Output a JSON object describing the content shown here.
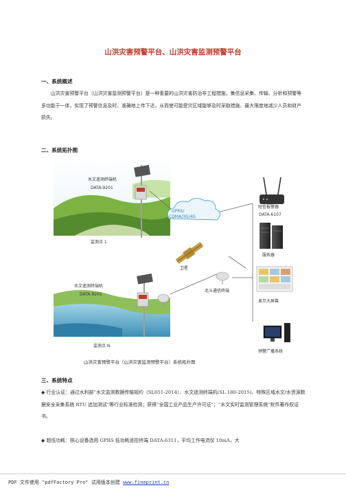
{
  "doc": {
    "title": "山洪灾害预警平台、山洪灾害监测预警平台",
    "sec1_heading": "一、系统概述",
    "sec1_para": "山洪灾害预警平台（山洪灾害监测预警平台）是一种重要的山洪灾害防治非工程措施，集信息采集、传输、分析和预警等多功能于一体，实现了预警信息及时、准确地上传下达，从而使可能受灾区域能够及时采取措施、最大限度地减少人员和财产损失。",
    "sec2_heading": "二、系统拓扑图",
    "sec3_heading": "三、系统特点",
    "bullet1": "行业认证：通过水利部“水文监测数据传输规约（SL651-2014）、水文遥测终端机(SL 180-2015)、特殊区域水文/水资源数据安全采集系统 RTU 追加测试”等行业标准检测；获得“全国工业产品生产许可证”；“水文实时监测管理系统”软件著作权证书。",
    "bullet2": "超低功耗：核心设备选用 GPRS 低功耗遥控终端 DATA-6311，平均工作电流仅 10mA，大",
    "bullet_mark": "◆"
  },
  "diagram": {
    "terminal1_name": "水文遥测终端机",
    "terminal1_model": "DATA-9201",
    "site1": "监测点 1",
    "terminal2_name": "水文遥测终端机",
    "terminal2_model": "DATA-9201",
    "siteN": "监测点 N",
    "cloud_line1": "GPRS/",
    "cloud_line2": "CDMA/3G/4G",
    "satellite": "卫星",
    "beidou": "北斗通信终端",
    "sms_alarm": "短信报警器",
    "sms_model": "DATA-6107",
    "server": "服务器",
    "display": "显示大屏幕",
    "broadcast": "预警广播系统",
    "caption": "山洪灾害预警平台（山洪灾害监测预警平台）系统拓扑图"
  },
  "footer": {
    "prefix": "PDF 文件使用 \"pdfFactory Pro\" 试用版本创建 ",
    "link": "www.fineprint.cn"
  }
}
